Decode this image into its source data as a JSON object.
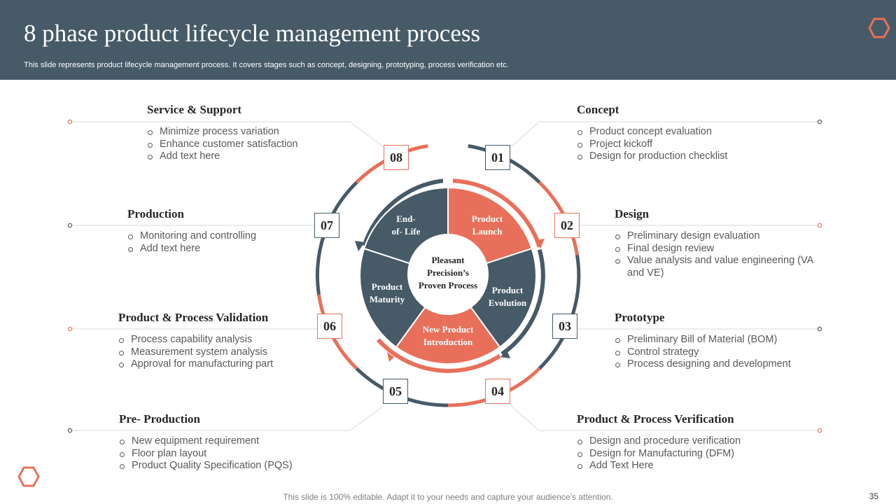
{
  "header": {
    "title": "8 phase product lifecycle management process",
    "subtitle": "This slide represents product lifecycle management process. It covers stages such as concept, designing, prototyping, process verification etc."
  },
  "icons": {
    "top_right": "hexagon-icon",
    "bottom_left": "hexagon-icon"
  },
  "colors": {
    "slate": "#465a67",
    "accent": "#e8705a"
  },
  "center": {
    "line1": "Pleasant",
    "line2": "Precision’s",
    "line3": "Proven Process"
  },
  "wheel": [
    {
      "line1": "Product",
      "line2": "Launch"
    },
    {
      "line1": "Product",
      "line2": "Evolution"
    },
    {
      "line1": "New Product",
      "line2": "Introduction"
    },
    {
      "line1": "Product",
      "line2": "Maturity"
    },
    {
      "line1": "End-",
      "line2": "of- Life"
    }
  ],
  "phases": {
    "p01": {
      "num": "01",
      "title": "Concept",
      "items": [
        "Product concept evaluation",
        "Project kickoff",
        "Design for production checklist"
      ]
    },
    "p02": {
      "num": "02",
      "title": "Design",
      "items": [
        "Preliminary design evaluation",
        "Final design review",
        "Value analysis and value engineering (VA and VE)"
      ]
    },
    "p03": {
      "num": "03",
      "title": "Prototype",
      "items": [
        "Preliminary Bill of Material  (BOM)",
        "Control strategy",
        "Process designing and development"
      ]
    },
    "p04": {
      "num": "04",
      "title": "Product & Process Verification",
      "items": [
        "Design and procedure verification",
        "Design for Manufacturing  (DFM)",
        "Add Text Here"
      ]
    },
    "p05": {
      "num": "05",
      "title": "Pre- Production",
      "items": [
        "New equipment requirement",
        "Floor plan layout",
        "Product Quality Specification (PQS)"
      ]
    },
    "p06": {
      "num": "06",
      "title": "Product & Process Validation",
      "items": [
        "Process capability analysis",
        "Measurement system analysis",
        "Approval for manufacturing part"
      ]
    },
    "p07": {
      "num": "07",
      "title": "Production",
      "items": [
        "Monitoring and controlling",
        "Add text here"
      ]
    },
    "p08": {
      "num": "08",
      "title": "Service & Support",
      "items": [
        "Minimize process variation",
        "Enhance customer satisfaction",
        "Add text here"
      ]
    }
  },
  "footer": {
    "note": "This slide is 100% editable. Adapt it to your needs and capture your audience’s attention.",
    "page": "35"
  }
}
